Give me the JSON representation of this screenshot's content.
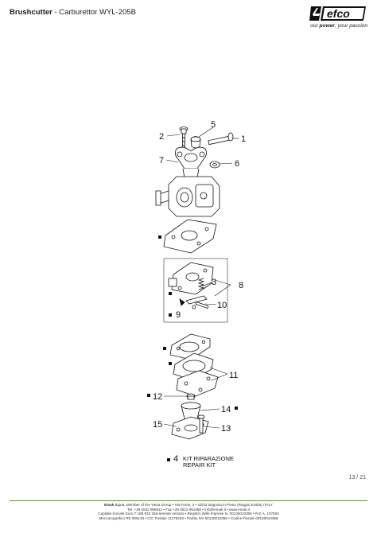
{
  "header": {
    "title_bold": "Brushcutter",
    "title_rest": "- Carburettor WYL-205B"
  },
  "brand": {
    "logo_text": "efco",
    "tagline_pre": "our",
    "tagline_bold": "power",
    "tagline_post": ", your passion",
    "accent_color": "#5a9c2e"
  },
  "diagram": {
    "labels": [
      "1",
      "2",
      "3",
      "5",
      "6",
      "7",
      "8",
      "9",
      "10",
      "11",
      "12",
      "13",
      "14",
      "15"
    ],
    "kit_marker_icon": "square-bullet-icon"
  },
  "legend": {
    "number": "4",
    "line1": "KIT RIPARAZIONE",
    "line2": "REPAIR KIT"
  },
  "page": {
    "number": "13 / 21"
  },
  "footer": {
    "line1_bold": "Emak S.p.A.",
    "line1": "Member of the Yama Group • Via Fermi, 4 • 42011 Bagnolo in Piano (Reggio Emilia) ITALY",
    "line2": "Tel. +39 0522 956611 • Fax +39 0522 951555 • info@emak.it • www.emak.it",
    "line3": "Capitale Sociale Euro 7.189.910 Interamente versato • Registro delle Imprese N. 00130010358 • R.E.A. 107563",
    "line4": "Meccanografico RE 005145 • C/C Postale 11178423 • Partita IVA 00130010358 • Codice Fiscale 00130010358"
  }
}
